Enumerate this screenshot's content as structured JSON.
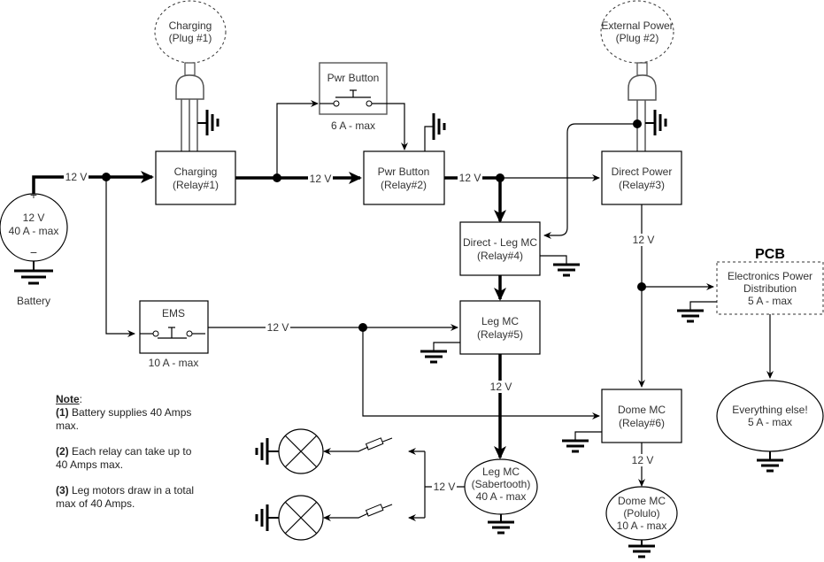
{
  "diagram": {
    "title": "Power distribution wiring diagram",
    "pcb_title": "PCB",
    "voltage_label": "12 V",
    "battery": {
      "line1": "12 V",
      "line2": "40 A - max",
      "plus": "+",
      "minus": "−",
      "label": "Battery"
    },
    "plugs": [
      {
        "id": "charging-plug",
        "line1": "Charging",
        "line2": "(Plug #1)"
      },
      {
        "id": "external-plug",
        "line1": "External Power",
        "line2": "(Plug #2)"
      }
    ],
    "relays": [
      {
        "id": "relay1",
        "line1": "Charging",
        "line2": "(Relay#1)"
      },
      {
        "id": "relay2",
        "line1": "Pwr Button",
        "line2": "(Relay#2)"
      },
      {
        "id": "relay3",
        "line1": "Direct Power",
        "line2": "(Relay#3)"
      },
      {
        "id": "relay4",
        "line1": "Direct - Leg MC",
        "line2": "(Relay#4)"
      },
      {
        "id": "relay5",
        "line1": "Leg MC",
        "line2": "(Relay#5)"
      },
      {
        "id": "relay6",
        "line1": "Dome MC",
        "line2": "(Relay#6)"
      }
    ],
    "switches": [
      {
        "id": "pwr-button",
        "title": "Pwr Button",
        "rating": "6 A - max"
      },
      {
        "id": "ems",
        "title": "EMS",
        "rating": "10 A - max"
      }
    ],
    "pcb_box": {
      "line1": "Electronics Power",
      "line2": "Distribution",
      "line3": "5 A - max"
    },
    "loads": [
      {
        "id": "leg-mc",
        "line1": "Leg MC",
        "line2": "(Sabertooth)",
        "line3": "40 A - max"
      },
      {
        "id": "dome-mc",
        "line1": "Dome MC",
        "line2": "(Polulo)",
        "line3": "10 A - max"
      },
      {
        "id": "everything-else",
        "line1": "Everything else!",
        "line2": "5 A - max"
      }
    ],
    "notes": {
      "heading": "Note",
      "items": [
        {
          "num": "(1)",
          "text": " Battery supplies 40 Amps max."
        },
        {
          "num": "(2)",
          "text": " Each relay can take up to 40 Amps max."
        },
        {
          "num": "(3)",
          "text": " Leg motors draw in a total max of 40 Amps."
        }
      ]
    }
  }
}
